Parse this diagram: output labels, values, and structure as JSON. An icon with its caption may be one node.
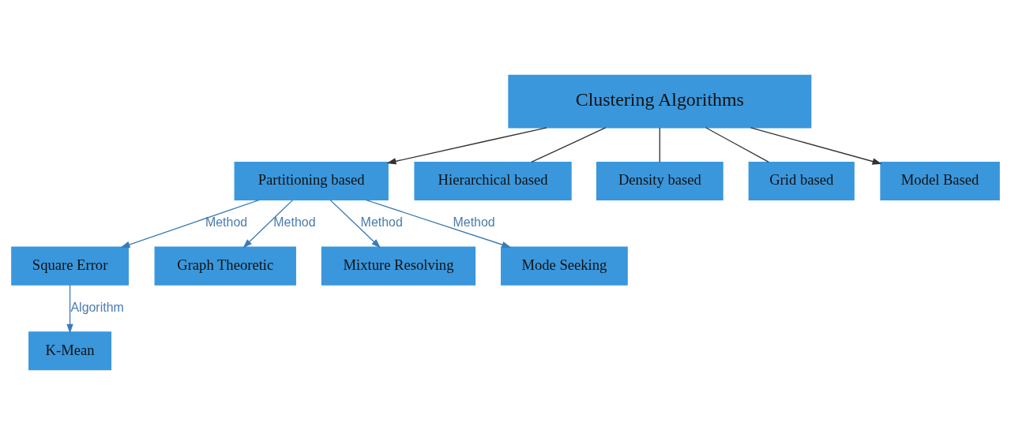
{
  "diagram": {
    "nodes": [
      {
        "text": [
          "Clustering Algorithms"
        ]
      },
      {
        "text": [
          "Partitioning based"
        ]
      },
      {
        "text": [
          "Hierarchical based"
        ]
      },
      {
        "text": [
          "Density based"
        ]
      },
      {
        "text": [
          "Grid based"
        ]
      },
      {
        "text": [
          "Model Based"
        ]
      },
      {
        "text": [
          "Square Error"
        ]
      },
      {
        "text": [
          "Graph Theoretic"
        ]
      },
      {
        "text": [
          "Mixture Resolving"
        ]
      },
      {
        "text": [
          "Mode Seeking"
        ]
      },
      {
        "text": [
          "K-Mean"
        ]
      }
    ],
    "edges": [
      {
        "from": 0,
        "to": 1,
        "arrow": "to"
      },
      {
        "from": 0,
        "to": 2,
        "arrow": "none"
      },
      {
        "from": 0,
        "to": 3,
        "arrow": "none"
      },
      {
        "from": 0,
        "to": 4,
        "arrow": "none"
      },
      {
        "from": 0,
        "to": 5,
        "arrow": "to"
      },
      {
        "from": 1,
        "to": 6,
        "arrow": "to",
        "label": "Method",
        "color": "#3b7bb5"
      },
      {
        "from": 1,
        "to": 7,
        "arrow": "to",
        "label": "Method",
        "color": "#3b7bb5"
      },
      {
        "from": 1,
        "to": 8,
        "arrow": "to",
        "label": "Method",
        "color": "#3b7bb5"
      },
      {
        "from": 1,
        "to": 9,
        "arrow": "to",
        "label": "Method",
        "color": "#3b7bb5"
      },
      {
        "from": 6,
        "to": 10,
        "arrow": "to",
        "label": "Algorithm",
        "color": "#3b7bb5"
      }
    ]
  }
}
